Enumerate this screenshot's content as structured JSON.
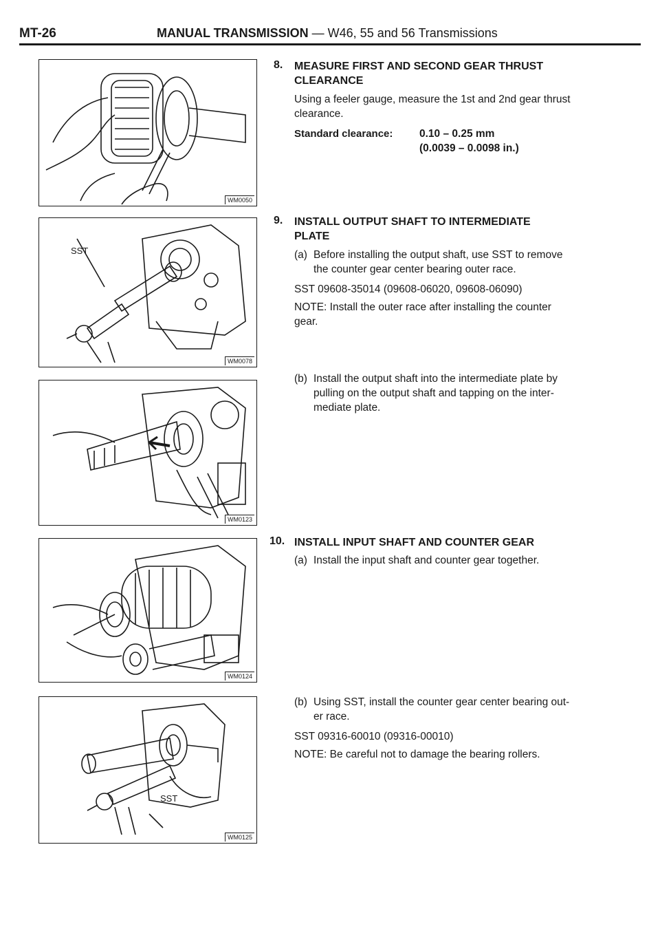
{
  "header": {
    "page_number": "MT-26",
    "section": "MANUAL TRANSMISSION",
    "subtitle": " — W46, 55 and 56 Transmissions"
  },
  "figures": [
    {
      "code": "WM0050"
    },
    {
      "code": "WM0078",
      "label": "SST"
    },
    {
      "code": "WM0123"
    },
    {
      "code": "WM0124"
    },
    {
      "code": "WM0125",
      "label": "SST"
    }
  ],
  "steps": {
    "s8": {
      "number": "8.",
      "title_line1": "MEASURE FIRST AND SECOND GEAR THRUST",
      "title_line2": "CLEARANCE",
      "text_line1": "Using a feeler gauge, measure the 1st and 2nd gear thrust",
      "text_line2": "clearance.",
      "spec_label": "Standard clearance:",
      "spec_value1": "0.10 – 0.25 mm",
      "spec_value2": "(0.0039 – 0.0098 in.)"
    },
    "s9": {
      "number": "9.",
      "title_line1": "INSTALL OUTPUT SHAFT TO INTERMEDIATE",
      "title_line2": "PLATE",
      "a_tag": "(a)",
      "a_line1": "Before installing the output shaft, use SST to remove",
      "a_line2": "the counter gear center bearing outer race.",
      "sst": "SST 09608-35014 (09608-06020, 09608-06090)",
      "note_line1": "NOTE:  Install the outer race after installing the counter",
      "note_line2": "gear.",
      "b_tag": "(b)",
      "b_line1": "Install the output shaft into the intermediate plate by",
      "b_line2": "pulling on the output shaft and tapping on the inter-",
      "b_line3": "mediate plate."
    },
    "s10": {
      "number": "10.",
      "title": "INSTALL INPUT SHAFT AND COUNTER GEAR",
      "a_tag": "(a)",
      "a_line1": "Install the input shaft and counter gear together.",
      "b_tag": "(b)",
      "b_line1": "Using SST, install the counter gear center bearing out-",
      "b_line2": "er race.",
      "sst": "SST 09316-60010 (09316-00010)",
      "note": "NOTE:  Be careful not to damage the bearing rollers."
    }
  }
}
